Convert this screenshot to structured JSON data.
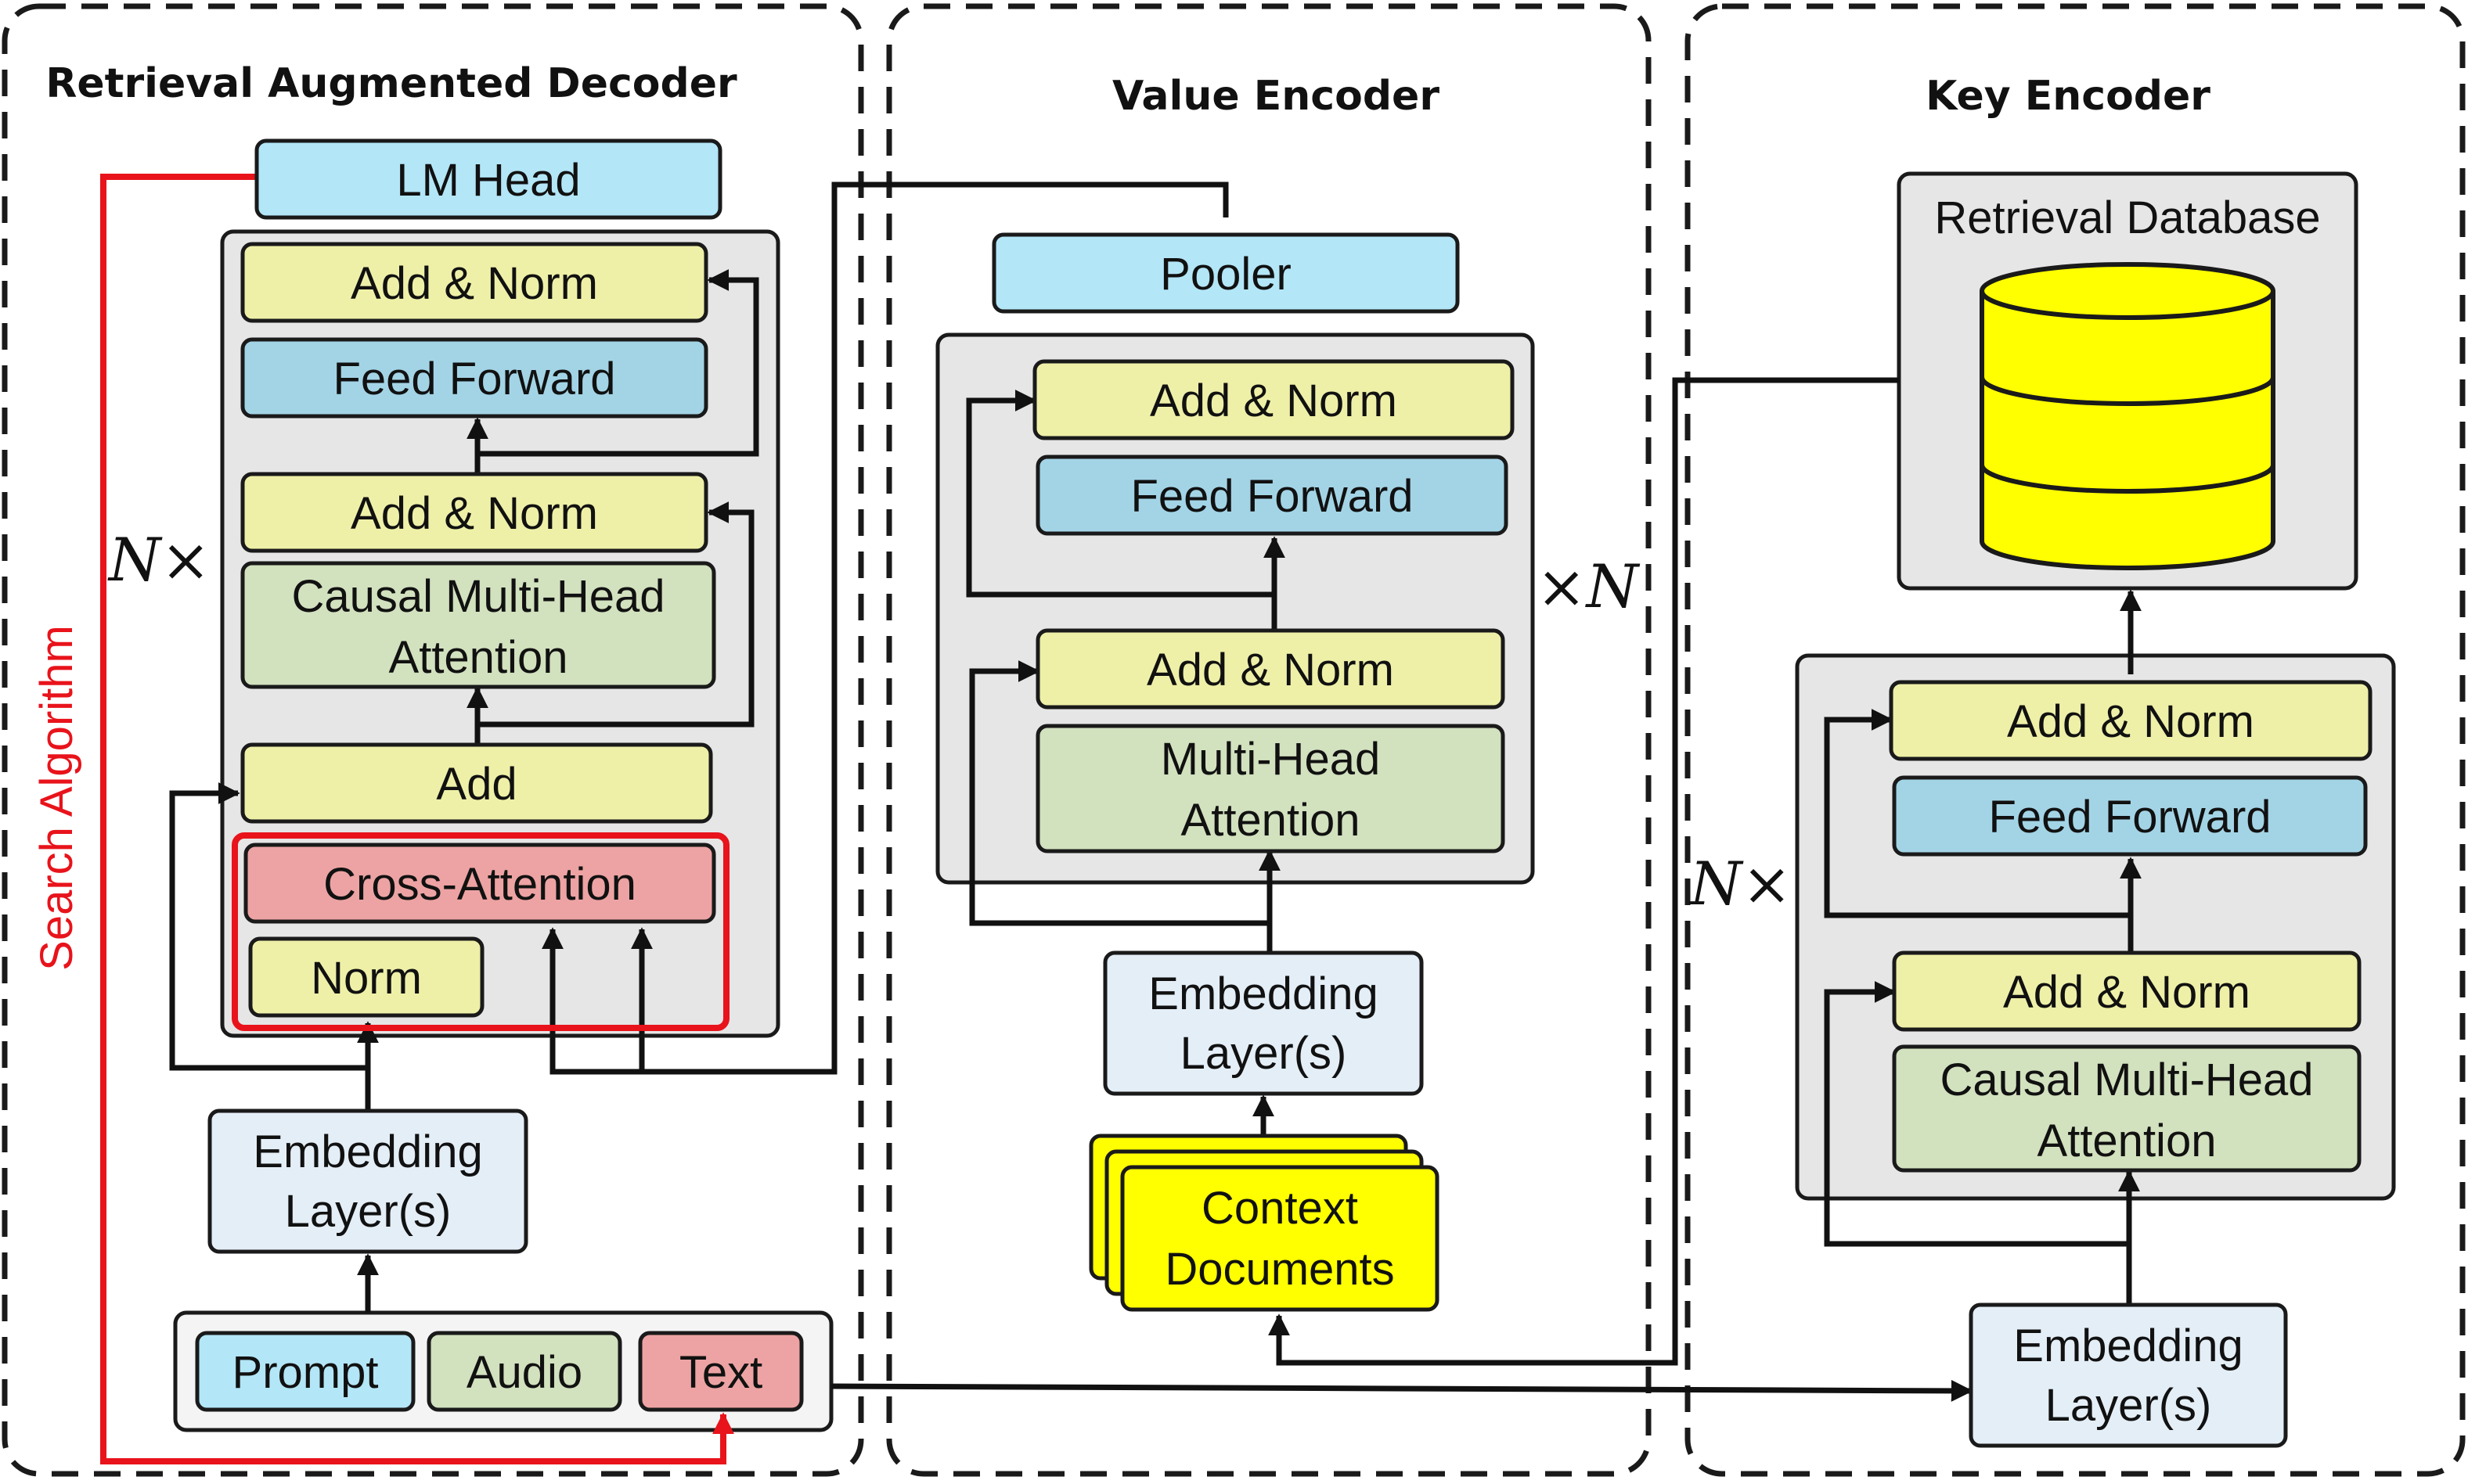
{
  "colors": {
    "cyan": "#b3e6f7",
    "blue": "#a3d4e6",
    "yellow": "#eef0a8",
    "green": "#d2e1be",
    "pink": "#eda3a3",
    "light": "#e4eef7",
    "white": "#f6f6f6",
    "database": "#ffff00",
    "search_red": "#e8131b"
  },
  "panels": {
    "decoder": {
      "title": "Retrieval Augmented Decoder"
    },
    "value": {
      "title": "Value Encoder"
    },
    "key": {
      "title": "Key Encoder"
    }
  },
  "decoder": {
    "lm_head": "LM Head",
    "add_norm_top": "Add & Norm",
    "feed_forward": "Feed Forward",
    "add_norm_mid": "Add & Norm",
    "causal_l1": "Causal Multi-Head",
    "causal_l2": "Attention",
    "add": "Add",
    "cross_attention": "Cross-Attention",
    "norm": "Norm",
    "repeat": "N×",
    "embed_l1": "Embedding",
    "embed_l2": "Layer(s)",
    "inputs": {
      "prompt": "Prompt",
      "audio": "Audio",
      "text": "Text"
    },
    "search": "Search Algorithm"
  },
  "value_encoder": {
    "pooler": "Pooler",
    "add_norm_top": "Add & Norm",
    "feed_forward": "Feed Forward",
    "add_norm_mid": "Add & Norm",
    "mha_l1": "Multi-Head",
    "mha_l2": "Attention",
    "repeat": "×N",
    "embed_l1": "Embedding",
    "embed_l2": "Layer(s)",
    "docs_l1": "Context",
    "docs_l2": "Documents"
  },
  "key_encoder": {
    "database": "Retrieval Database",
    "add_norm_top": "Add & Norm",
    "feed_forward": "Feed Forward",
    "add_norm_mid": "Add & Norm",
    "causal_l1": "Causal Multi-Head",
    "causal_l2": "Attention",
    "repeat": "N×",
    "embed_l1": "Embedding",
    "embed_l2": "Layer(s)"
  }
}
